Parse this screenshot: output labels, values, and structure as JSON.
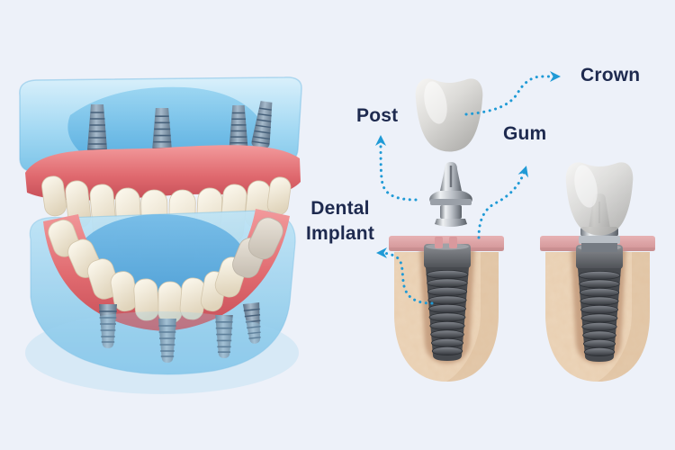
{
  "figure": {
    "kind": "dental implant infographic",
    "left_model": "full-arch dentures on implants (upper and lower)",
    "upper_implant_screws": 4,
    "lower_implant_screws": 4,
    "right_views": [
      "exploded implant in bone",
      "assembled implant with crown in bone"
    ]
  },
  "labels": {
    "post": "Post",
    "crown": "Crown",
    "gum": "Gum",
    "dental_implant": {
      "line1": "Dental",
      "line2": "Implant"
    }
  },
  "colors": {
    "background": "#edf1f9",
    "label_text": "#1e2a4f",
    "arrow": "#1f9ad6",
    "bone": "#ecd5ba",
    "bone_socket": "#bb9172",
    "gum_strip": "#dda4a6",
    "gum_red": "#d9606a",
    "acrylic_blue": "#8fcdee",
    "implant_metal": "#4d5055",
    "abutment_silver": "#c9ced4",
    "tooth": "#f6f0e2",
    "crown_white": "#dedddb"
  }
}
